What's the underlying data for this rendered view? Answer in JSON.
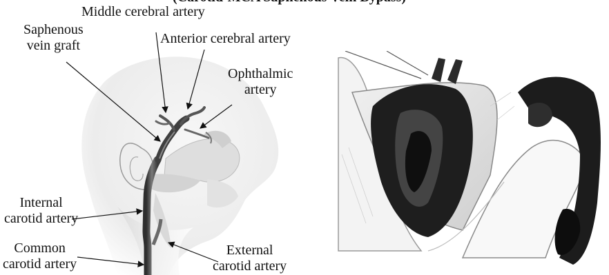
{
  "title_partial": "(Carotid-MCA Saphenous Vein Bypass)",
  "labels": {
    "middle_cerebral": "Middle cerebral artery",
    "saphenous_line1": "Saphenous",
    "saphenous_line2": "vein graft",
    "anterior_cerebral": "Anterior cerebral artery",
    "ophthalmic_line1": "Ophthalmic",
    "ophthalmic_line2": "artery",
    "internal_line1": "Internal",
    "internal_line2": "carotid artery",
    "common_line1": "Common",
    "common_line2": "carotid artery",
    "external_line1": "External",
    "external_line2": "carotid artery"
  },
  "colors": {
    "text": "#111111",
    "vessel": "#4a4a4a",
    "bone": "#e6e6e6",
    "skin": "#f2f2f2"
  }
}
